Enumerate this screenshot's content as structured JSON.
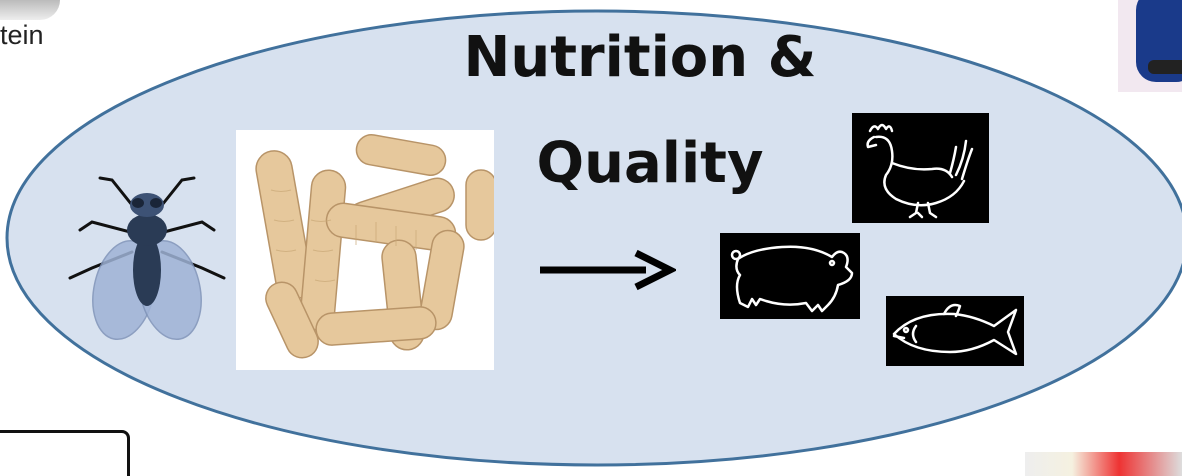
{
  "corner_text": "tein",
  "title": {
    "line1": "Nutrition &",
    "line2": "Quality"
  },
  "icons": {
    "fly": "fly-icon",
    "larvae": "larvae-photo",
    "arrow": "arrow-right-icon",
    "chicken": "chicken-icon",
    "pig": "pig-icon",
    "fish": "fish-icon"
  },
  "colors": {
    "ellipse_fill": "#d7e1ef",
    "ellipse_stroke": "#41719c",
    "icon_tile_bg": "#000000",
    "larva_color": "#e6c89c"
  }
}
